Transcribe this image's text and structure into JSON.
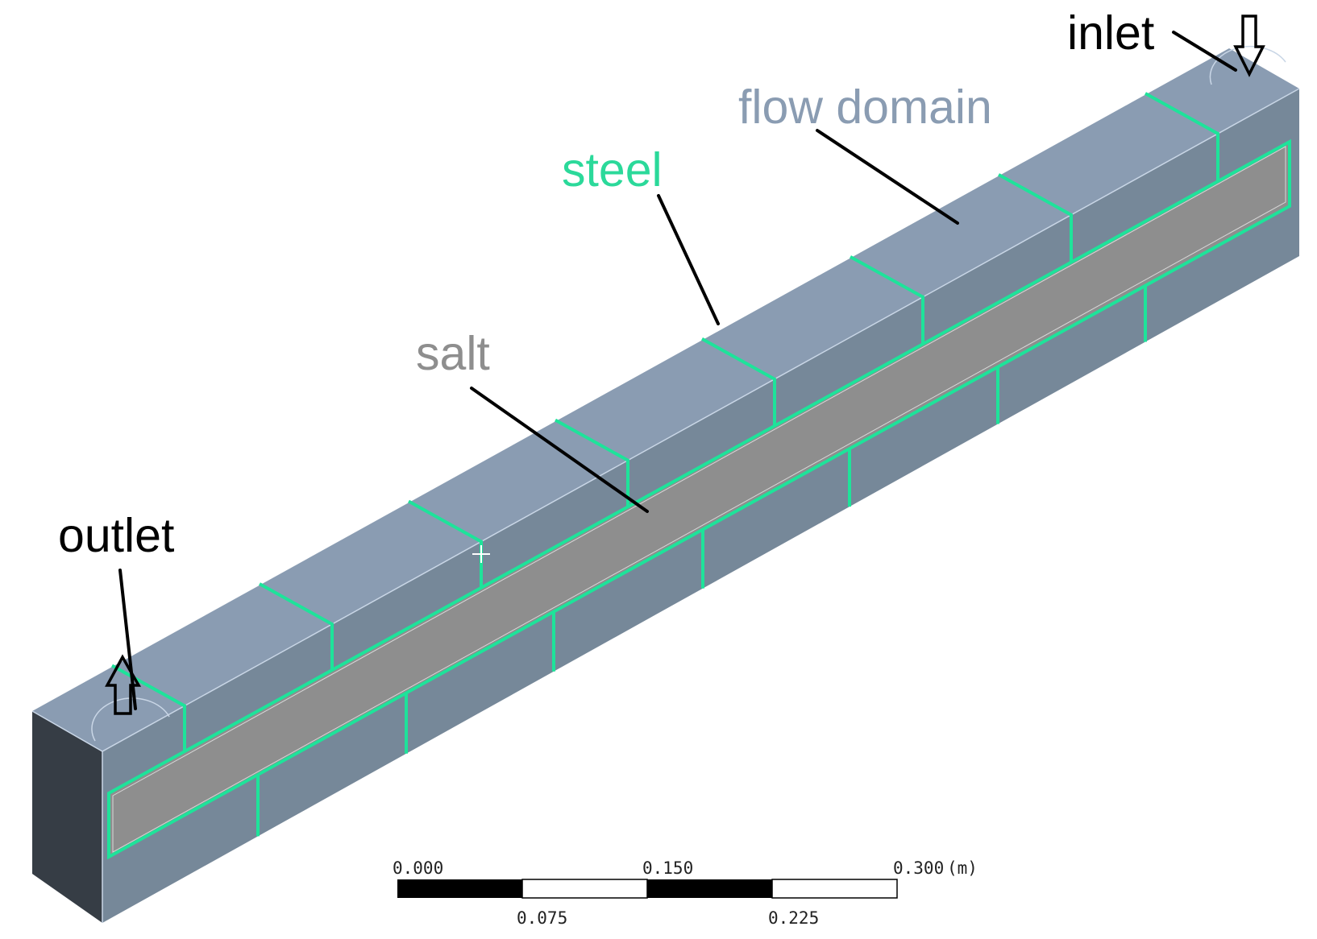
{
  "labels": {
    "inlet": "inlet",
    "outlet": "outlet",
    "flow_domain": "flow domain",
    "steel": "steel",
    "salt": "salt"
  },
  "scale_bar": {
    "top_ticks": [
      "0.000",
      "0.150",
      "0.300"
    ],
    "bottom_ticks": [
      "0.075",
      "0.225"
    ],
    "unit": "(m)"
  },
  "colors": {
    "flow_domain_top": "#8a9cb2",
    "flow_domain_front": "#768899",
    "flow_domain_end": "#363d45",
    "steel": "#1ee39a",
    "salt": "#8e8e8e",
    "edge_highlight": "#c9d6e6",
    "annotation": "#000000"
  }
}
